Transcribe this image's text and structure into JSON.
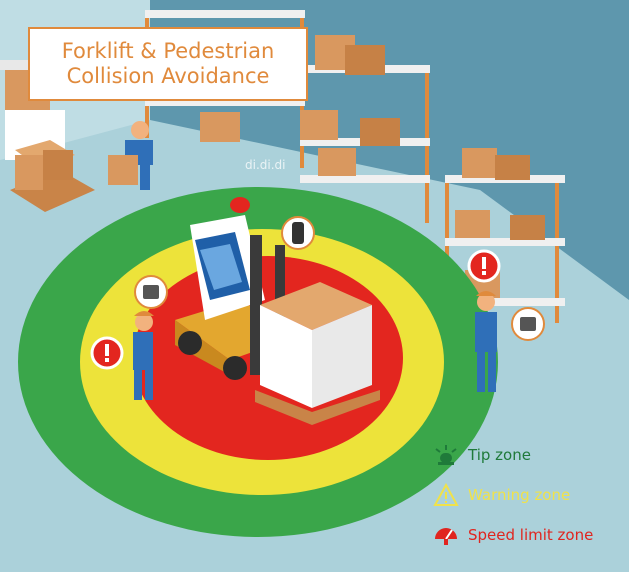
{
  "title": {
    "line1": "Forklift & Pedestrian",
    "line2": "Collision Avoidance"
  },
  "watermark": "di.di.di",
  "legend": [
    {
      "label": "Tip zone",
      "color": "#1f7a3a",
      "icon": "beacon-light-icon"
    },
    {
      "label": "Warning zone",
      "color": "#f0e24a",
      "icon": "warning-triangle-icon"
    },
    {
      "label": "Speed limit zone",
      "color": "#e0251f",
      "icon": "speedometer-icon"
    }
  ],
  "colors": {
    "floor": "#abd1da",
    "wall": "#5e97ad",
    "tip_zone": "#3aa64a",
    "warning_zone": "#ede33a",
    "speed_limit_zone": "#e3261f",
    "accent": "#e08a3c"
  }
}
